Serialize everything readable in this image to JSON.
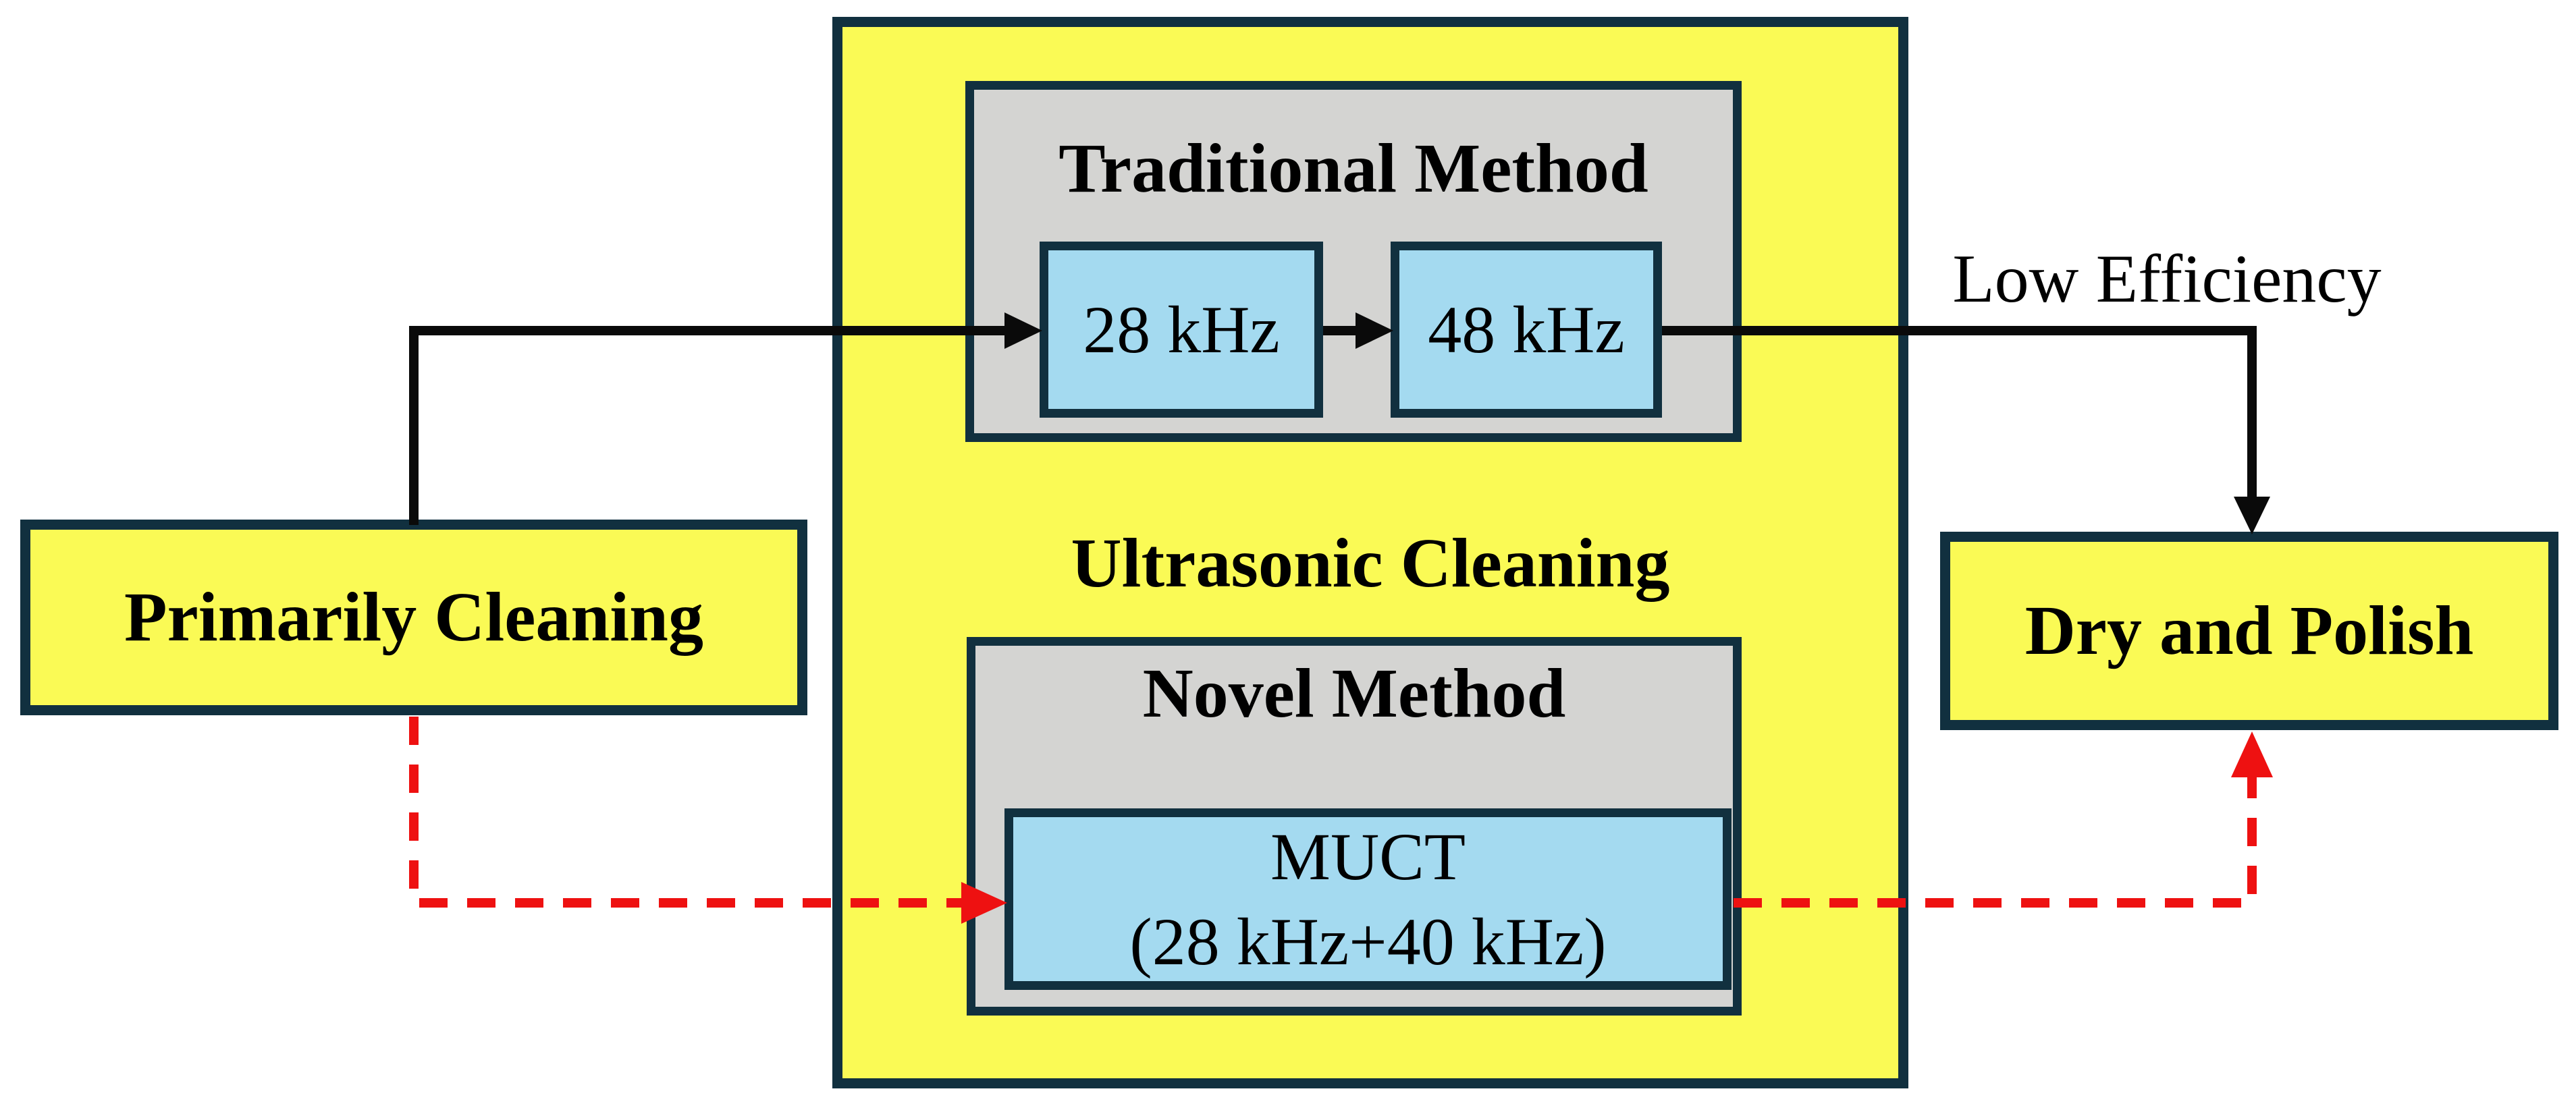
{
  "diagram": {
    "title_hint": "Ultrasonic cleaning process flowchart",
    "colors": {
      "background": "#ffffff",
      "yellow_fill": "#fafa55",
      "gray_fill": "#d4d4d2",
      "cyan_fill": "#a4daf0",
      "box_border": "#11303f",
      "black_arrow": "#0a0a0a",
      "red_arrow": "#ee1111",
      "text": "#000000"
    },
    "nodes": {
      "primarily_cleaning": {
        "label": "Primarily Cleaning"
      },
      "ultrasonic_cleaning": {
        "label": "Ultrasonic Cleaning"
      },
      "traditional_method": {
        "label": "Traditional Method"
      },
      "freq_28": {
        "label": "28 kHz"
      },
      "freq_48": {
        "label": "48 kHz"
      },
      "novel_method": {
        "label": "Novel Method"
      },
      "muct": {
        "label": "MUCT",
        "sublabel": "(28 kHz+40 kHz)"
      },
      "dry_and_polish": {
        "label": "Dry and Polish"
      }
    },
    "edge_labels": {
      "low_efficiency": "Low Efficiency"
    }
  }
}
